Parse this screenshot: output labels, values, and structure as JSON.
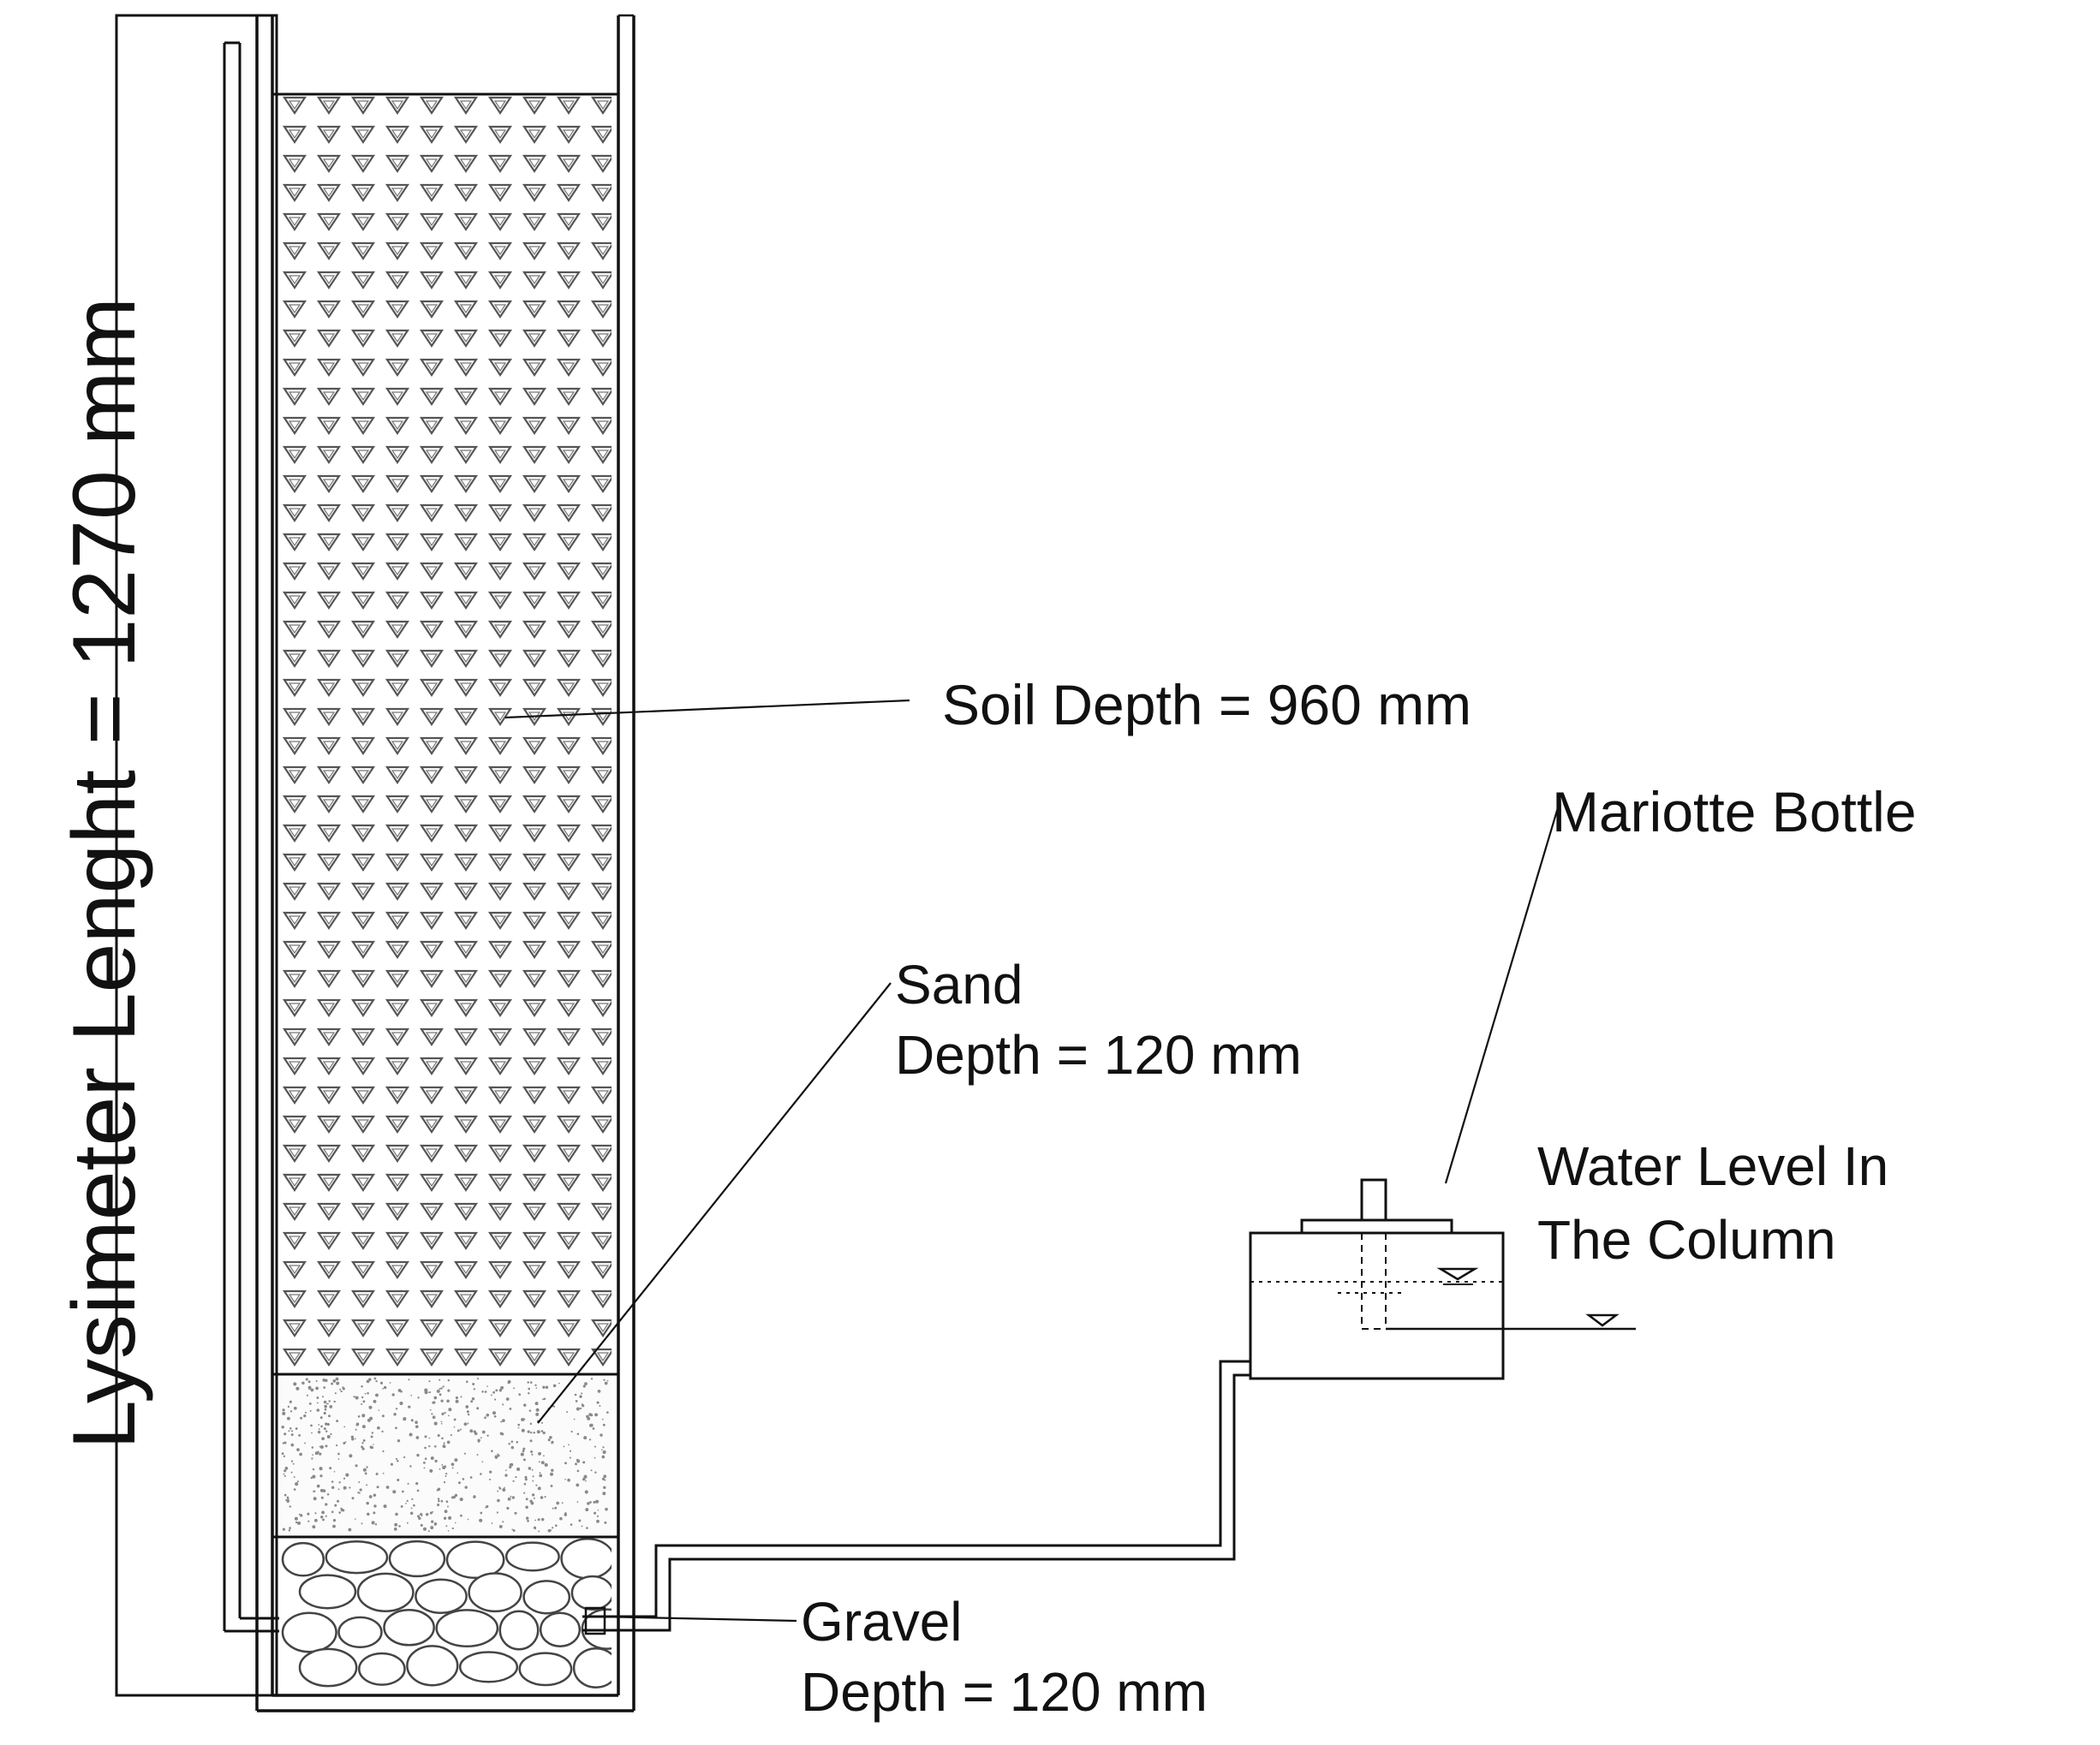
{
  "labels": {
    "lysimeter_length": "Lysimeter Lenght = 1270 mm",
    "soil": "Soil Depth = 960 mm",
    "mariotte": "Mariotte Bottle",
    "sand_line1": "Sand",
    "sand_line2": "Depth = 120 mm",
    "water_line1": "Water Level In",
    "water_line2": "The Column",
    "gravel_line1": "Gravel",
    "gravel_line2": "Depth = 120 mm"
  },
  "colors": {
    "ink": "#111111",
    "soil_symbol": "#555555",
    "sand_dots": "#8a8a8a",
    "gravel_stone": "#444444",
    "background": "#ffffff"
  }
}
